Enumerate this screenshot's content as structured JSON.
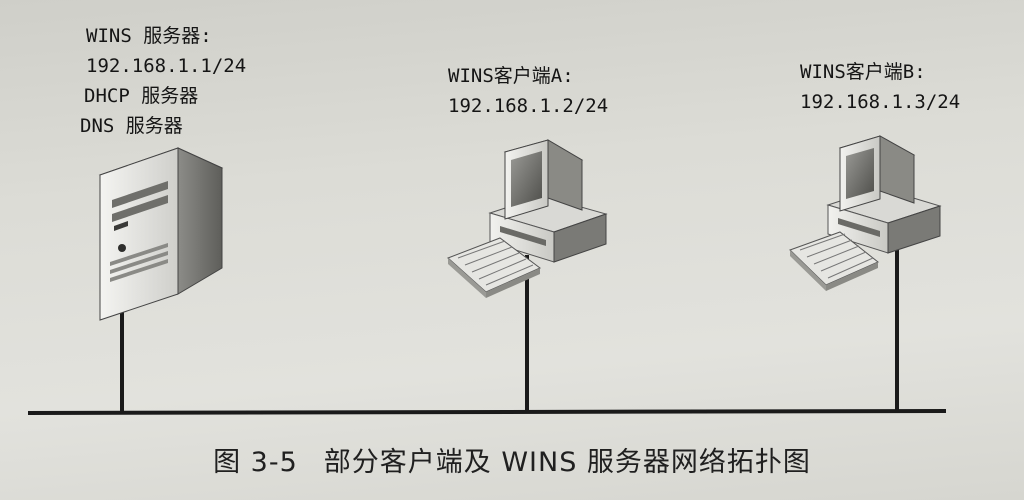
{
  "server": {
    "title": "WINS 服务器:",
    "ip": "192.168.1.1/24",
    "role1": "DHCP 服务器",
    "role2": "DNS 服务器"
  },
  "client_a": {
    "title": "WINS客户端A:",
    "ip": "192.168.1.2/24"
  },
  "client_b": {
    "title": "WINS客户端B:",
    "ip": "192.168.1.3/24"
  },
  "caption": {
    "number": "图 3-5",
    "text": "部分客户端及 WINS 服务器网络拓扑图"
  }
}
